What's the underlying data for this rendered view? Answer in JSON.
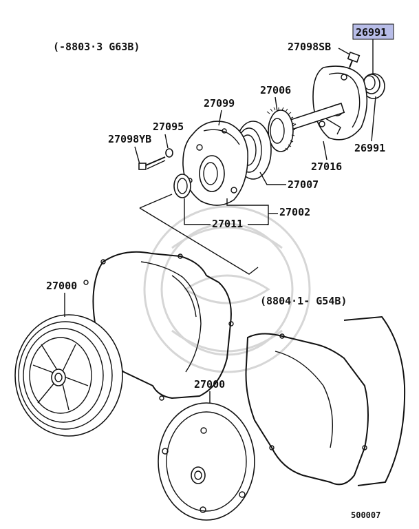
{
  "diagram": {
    "variant_notes": {
      "upper": "(-8803·3 G63B)",
      "lower": "(8804·1- G54B)"
    },
    "highlight_color": "#b8bde8",
    "parts": {
      "p26991_highlight": "26991",
      "p27098SB": "27098SB",
      "p27006": "27006",
      "p27099": "27099",
      "p27095": "27095",
      "p27098YB": "27098YB",
      "p26991": "26991",
      "p27016": "27016",
      "p27007": "27007",
      "p27002": "27002",
      "p27011": "27011",
      "p27000_left": "27000",
      "p27000_lower": "27000"
    },
    "diagram_code": "500007"
  }
}
